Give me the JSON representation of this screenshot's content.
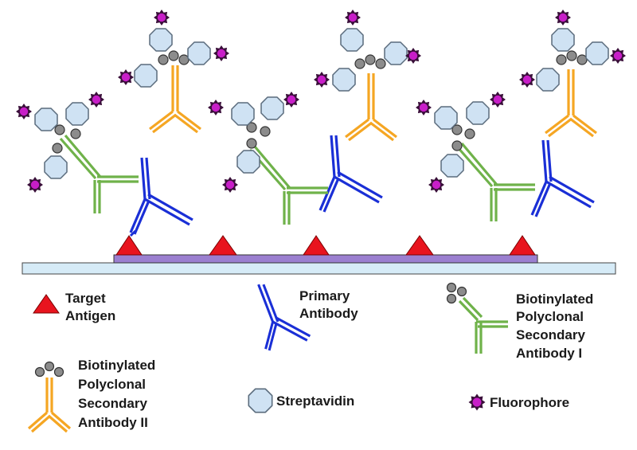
{
  "legend": {
    "target_antigen": [
      "Target",
      "Antigen"
    ],
    "primary_antibody": [
      "Primary",
      "Antibody"
    ],
    "secondary_1": [
      "Biotinylated",
      "Polyclonal",
      "Secondary",
      "Antibody I"
    ],
    "secondary_2": [
      "Biotinylated",
      "Polyclonal",
      "Secondary",
      "Antibody II"
    ],
    "streptavidin": "Streptavidin",
    "fluorophore": "Fluorophore"
  },
  "colors": {
    "antigen": "#e8141e",
    "primary": "#1a2fd6",
    "secondary_1": "#6fb24a",
    "secondary_2": "#f5a623",
    "streptavidin_fill": "#cfe2f3",
    "streptavidin_stroke": "#5a6b7c",
    "biotin": "#8c8c8c",
    "fluorophore": "#c81ec8",
    "substrate": "#d6ebf7",
    "coating": "#9b7fd0"
  }
}
